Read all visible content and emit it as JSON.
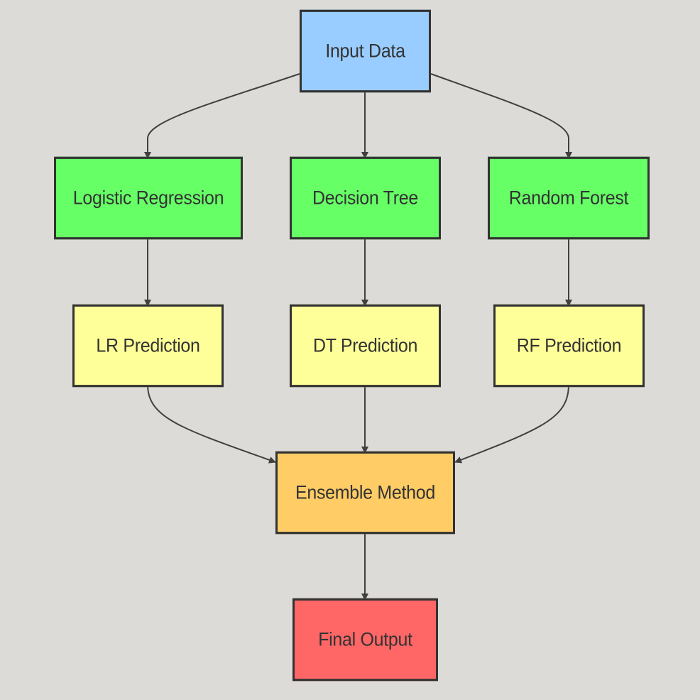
{
  "diagram": {
    "nodes": {
      "input_data": {
        "label": "Input Data",
        "color": "#99ccff"
      },
      "logistic_regression": {
        "label": "Logistic Regression",
        "color": "#66ff66"
      },
      "decision_tree": {
        "label": "Decision Tree",
        "color": "#66ff66"
      },
      "random_forest": {
        "label": "Random Forest",
        "color": "#66ff66"
      },
      "lr_prediction": {
        "label": "LR Prediction",
        "color": "#ffff99"
      },
      "dt_prediction": {
        "label": "DT Prediction",
        "color": "#ffff99"
      },
      "rf_prediction": {
        "label": "RF Prediction",
        "color": "#ffff99"
      },
      "ensemble_method": {
        "label": "Ensemble Method",
        "color": "#ffcc66"
      },
      "final_output": {
        "label": "Final Output",
        "color": "#ff6666"
      }
    },
    "edges": [
      {
        "from": "input_data",
        "to": "logistic_regression"
      },
      {
        "from": "input_data",
        "to": "decision_tree"
      },
      {
        "from": "input_data",
        "to": "random_forest"
      },
      {
        "from": "logistic_regression",
        "to": "lr_prediction"
      },
      {
        "from": "decision_tree",
        "to": "dt_prediction"
      },
      {
        "from": "random_forest",
        "to": "rf_prediction"
      },
      {
        "from": "lr_prediction",
        "to": "ensemble_method"
      },
      {
        "from": "dt_prediction",
        "to": "ensemble_method"
      },
      {
        "from": "rf_prediction",
        "to": "ensemble_method"
      },
      {
        "from": "ensemble_method",
        "to": "final_output"
      }
    ],
    "edge_color": "#404040",
    "border_color": "#333333",
    "background": "#dcdbd7"
  }
}
